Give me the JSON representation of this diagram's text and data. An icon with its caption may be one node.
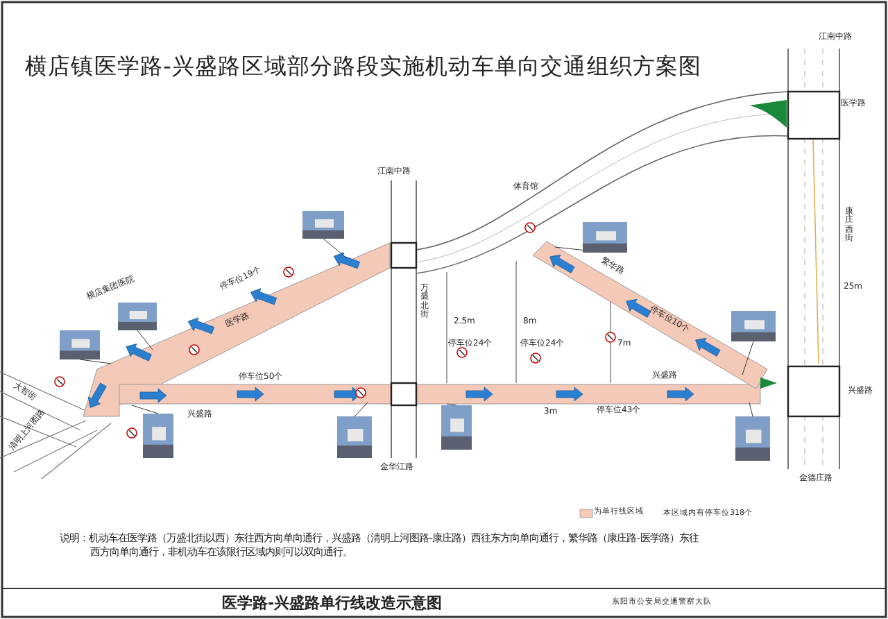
{
  "diagram": {
    "title": "横店镇医学路-兴盛路区域部分路段实施机动车单向交通组织方案图",
    "caption": "医学路-兴盛路单行线改造示意图",
    "labels": [
      "江南中路",
      "医学路",
      "江南中路",
      "体育馆",
      "横店集团医院",
      "停车位19个",
      "医学路",
      "万盛北街",
      "繁华路",
      "康庄西街",
      "25m",
      "2.5m",
      "8m",
      "停车位10个",
      "7m",
      "停车位24个",
      "停车位24个",
      "大智街",
      "停车位50个",
      "兴盛路",
      "兴盛路",
      "3m",
      "停车位43个",
      "兴盛路",
      "清明上河图路",
      "金华江路",
      "金德庄路",
      "本区域内有停车位318个",
      "说明：机动车在医学路（万盛北街以西）东往西方向单向通行，兴盛路（清明上河图路-康庄路）西往东方向单向通行，繁华路（康庄路-医学路）东往西方向单向通行，非机动车在该限行区域内则可以双向通行。",
      "东阳市公安局交通警察大队"
    ],
    "legend": [
      {
        "text": "为单行线区域",
        "color": "#f5c9b8"
      }
    ]
  }
}
